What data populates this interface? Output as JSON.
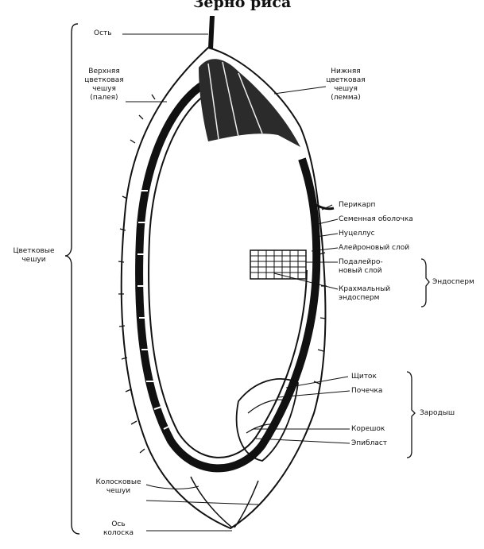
{
  "title": "Зерно риса",
  "labels": {
    "awn": "Ость",
    "palea": "Верхняя\nцветковая\nчешуя\n(палея)",
    "lemma": "Нижняя\nцветковая\nчешуя\n(лемма)",
    "floral_glumes": "Цветковые\nчешуи",
    "pericarp": "Перикарп",
    "seed_coat": "Семенная оболочка",
    "nucellus": "Нуцеллус",
    "aleurone": "Алейроновый слой",
    "subaleurone": "Подалейро-\nновый слой",
    "starchy_endosperm": "Крахмальный\nэндосперм",
    "endosperm_group": "Эндосперм",
    "scutellum": "Щиток",
    "plumule": "Почечка",
    "radicle": "Корешок",
    "epiblast": "Эпибласт",
    "embryo_group": "Зародыш",
    "spikelet_glumes": "Колосковые\nчешуи",
    "rachilla": "Ось\nколоска"
  },
  "colors": {
    "ink": "#111111",
    "background": "#ffffff"
  }
}
